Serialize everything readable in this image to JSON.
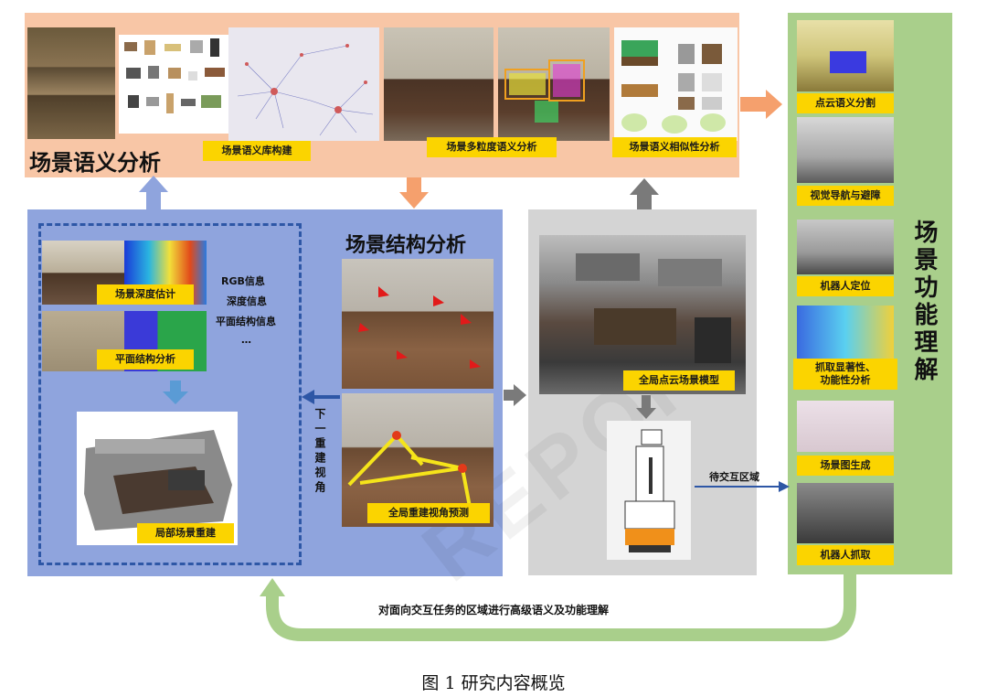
{
  "sections": {
    "semantic": "场景语义分析",
    "structure": "场景结构分析",
    "function": "场景功能理解"
  },
  "top_labels": {
    "library": "场景语义库构建",
    "granularity": "场景多粒度语义分析",
    "similarity": "场景语义相似性分析"
  },
  "left_labels": {
    "depth": "场景深度估计",
    "plane": "平面结构分析",
    "local": "局部场景重建",
    "viewpoint": "全局重建视角预测"
  },
  "info_lines": [
    "RGB信息",
    "深度信息",
    "平面结构信息",
    "…"
  ],
  "next_view": "下一重建视角",
  "gray_labels": {
    "pointcloud": "全局点云场景模型",
    "interact": "待交互区域"
  },
  "right_labels": [
    "点云语义分割",
    "视觉导航与避障",
    "机器人定位",
    "抓取显著性、\n功能性分析",
    "场景图生成",
    "机器人抓取"
  ],
  "loop_text": "对面向交互任务的区域进行高级语义及功能理解",
  "caption": "图 1  研究内容概览",
  "watermark": "REPORT",
  "colors": {
    "semantic_band": "#f8c6a6",
    "structure_band": "#8fa4dd",
    "model_band": "#d4d4d4",
    "function_band": "#a9cf8b",
    "label": "#fbd400"
  }
}
